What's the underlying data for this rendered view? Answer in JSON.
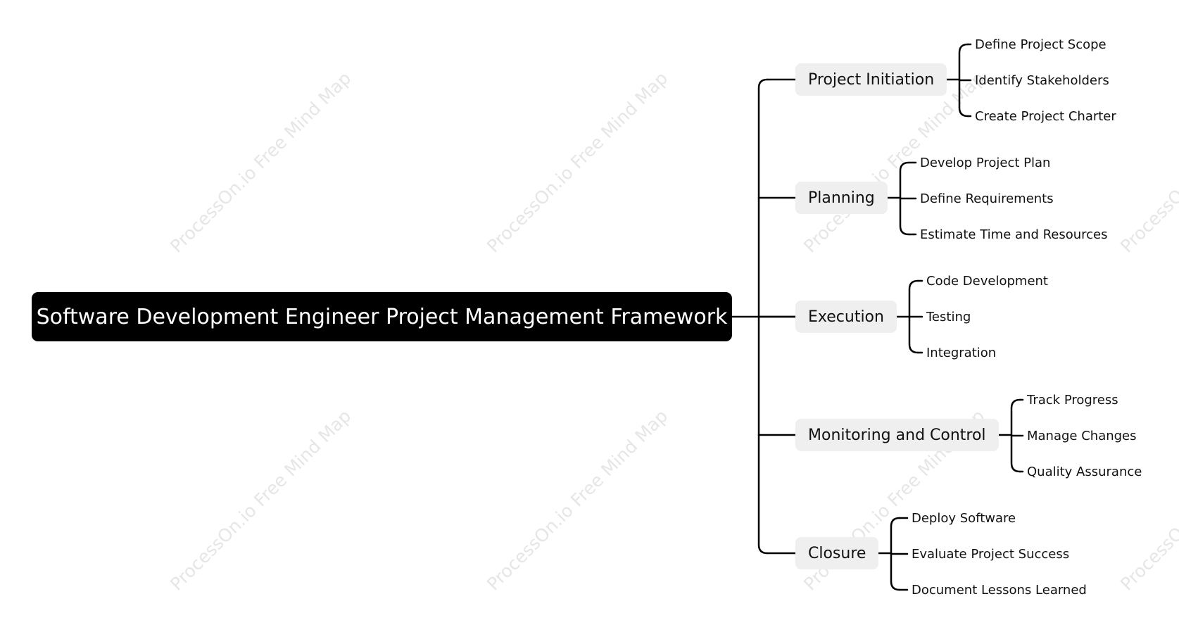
{
  "watermark_text": "ProcessOn.io Free Mind Map",
  "root": {
    "label": "Software Development Engineer Project Management Framework"
  },
  "branches": [
    {
      "label": "Project Initiation",
      "children": [
        "Define Project Scope",
        "Identify Stakeholders",
        "Create Project Charter"
      ]
    },
    {
      "label": "Planning",
      "children": [
        "Develop Project Plan",
        "Define Requirements",
        "Estimate Time and Resources"
      ]
    },
    {
      "label": "Execution",
      "children": [
        "Code Development",
        "Testing",
        "Integration"
      ]
    },
    {
      "label": "Monitoring and Control",
      "children": [
        "Track Progress",
        "Manage Changes",
        "Quality Assurance"
      ]
    },
    {
      "label": "Closure",
      "children": [
        "Deploy Software",
        "Evaluate Project Success",
        "Document Lessons Learned"
      ]
    }
  ]
}
